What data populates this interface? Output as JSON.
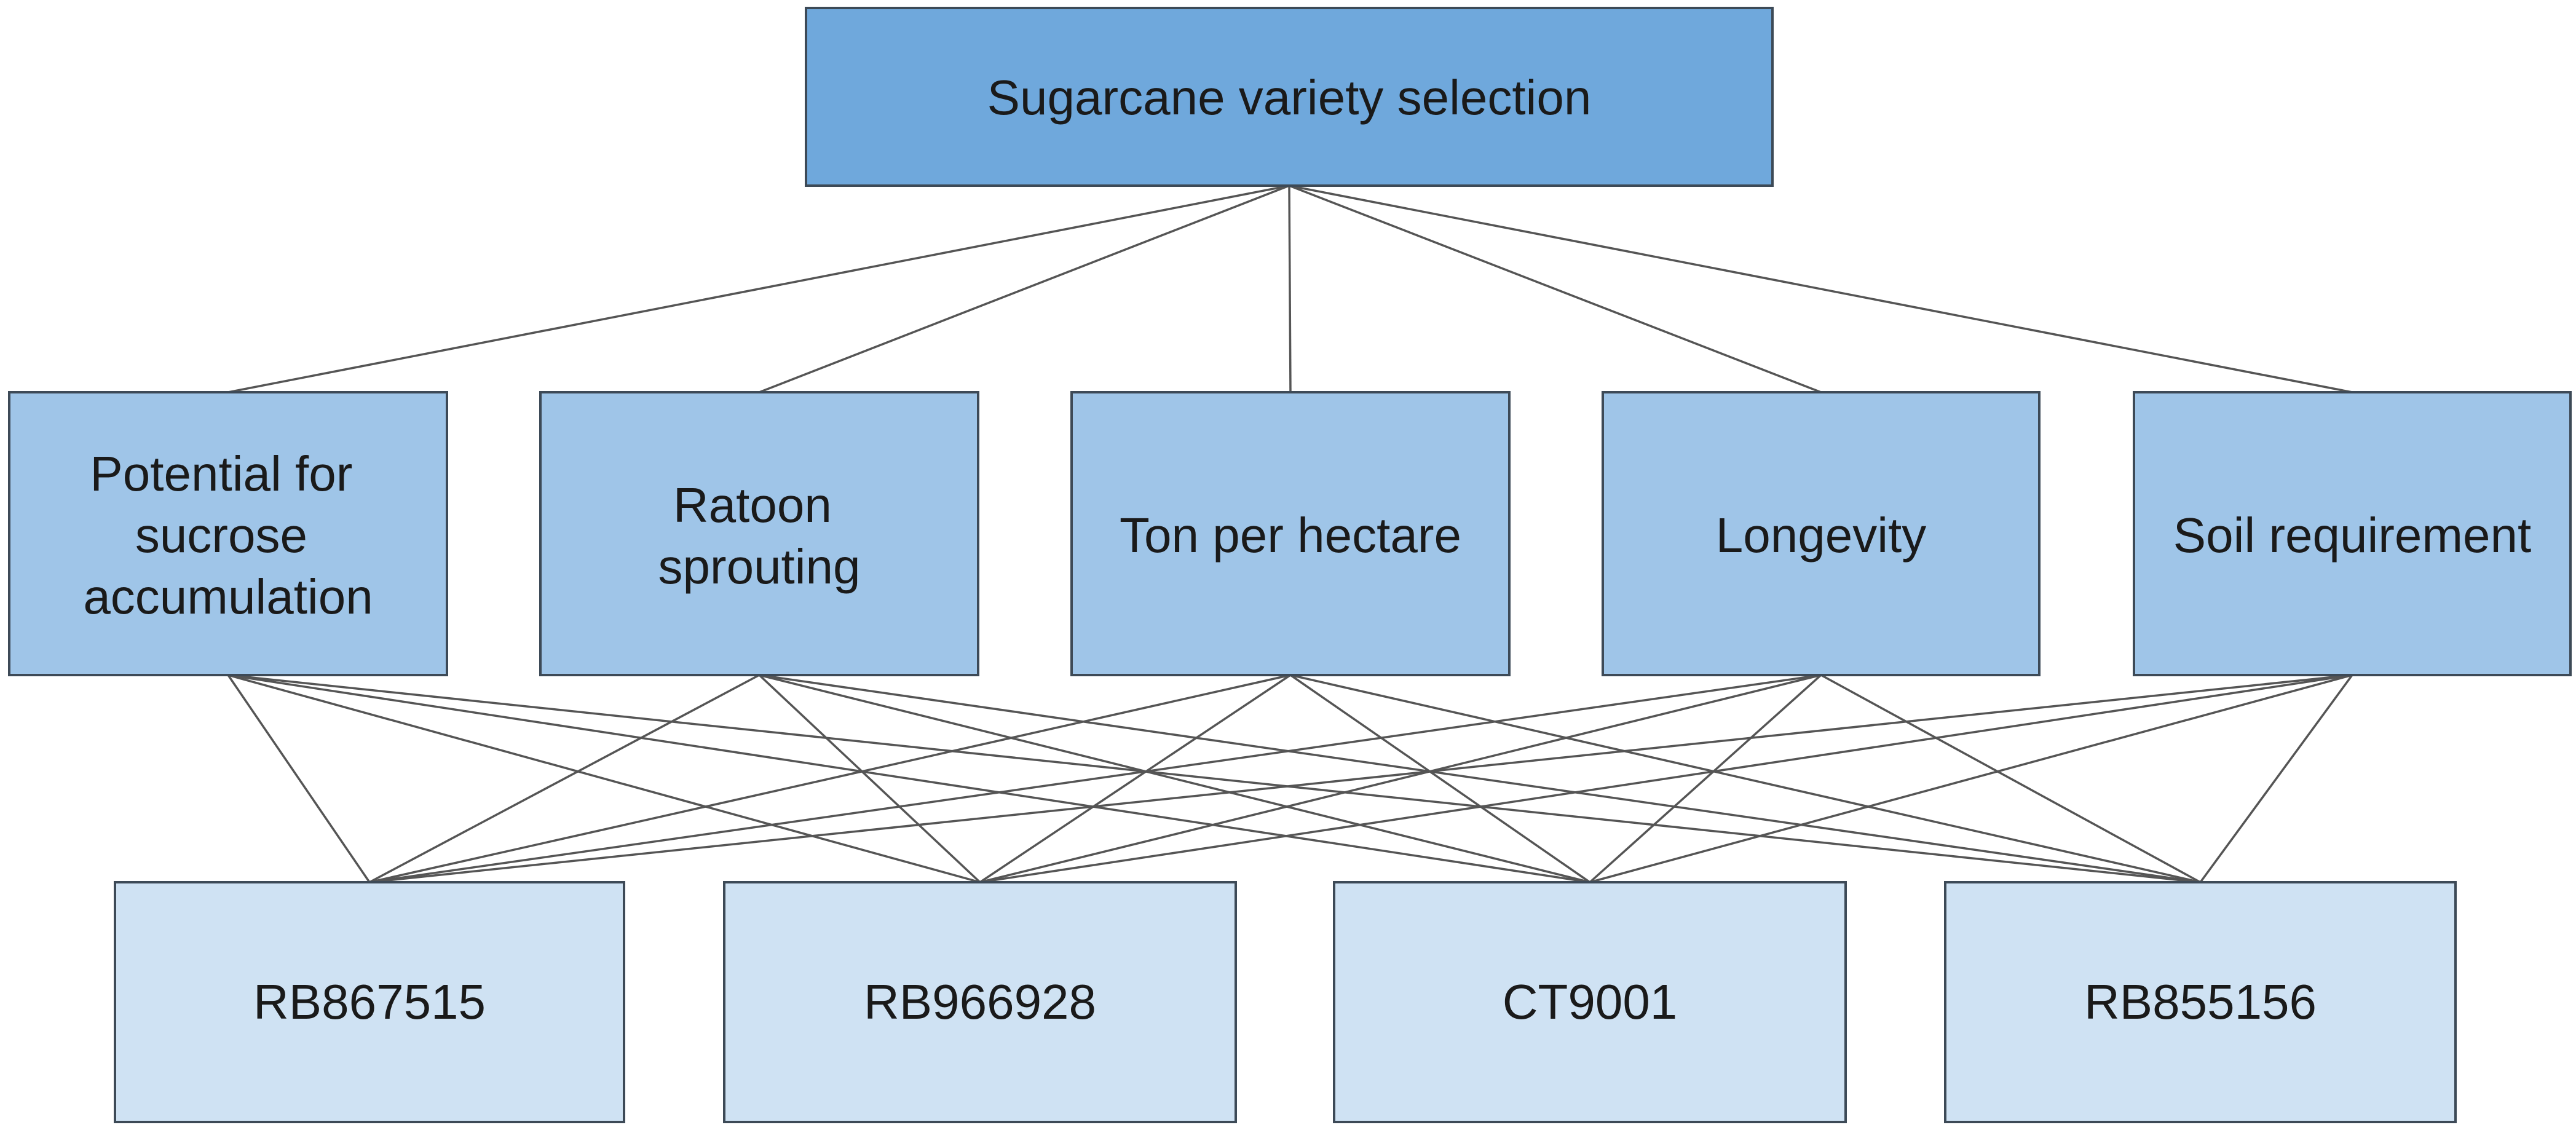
{
  "goal": {
    "label": "Sugarcane variety selection",
    "color": "#6fa8dc"
  },
  "criteria": {
    "color": "#9fc5e8",
    "items": [
      {
        "id": "potential",
        "lines": [
          "Potential for",
          "sucrose",
          "accumulation"
        ]
      },
      {
        "id": "ratoon",
        "lines": [
          "Ratoon",
          "sprouting"
        ]
      },
      {
        "id": "ton",
        "lines": [
          "Ton per hectare"
        ]
      },
      {
        "id": "longevity",
        "lines": [
          "Longevity"
        ]
      },
      {
        "id": "soil",
        "lines": [
          "Soil requirement"
        ]
      }
    ]
  },
  "alternatives": {
    "color": "#cfe2f3",
    "items": [
      {
        "id": "rb867515",
        "label": "RB867515"
      },
      {
        "id": "rb966928",
        "label": "RB966928"
      },
      {
        "id": "ct9001",
        "label": "CT9001"
      },
      {
        "id": "rb855156",
        "label": "RB855156"
      }
    ]
  }
}
